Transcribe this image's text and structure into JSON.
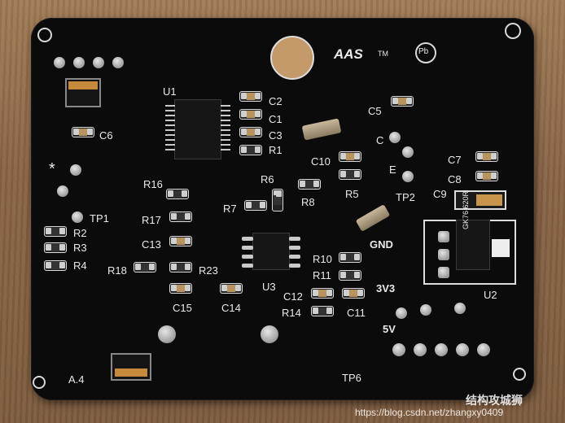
{
  "board": {
    "logo": "AAS",
    "logo_tm": "TM",
    "pb_mark": "Pb",
    "labels": {
      "u1": "U1",
      "u2": "U2",
      "u3": "U3",
      "c1": "C1",
      "c2": "C2",
      "c3": "C3",
      "c5": "C5",
      "c6": "C6",
      "c7": "C7",
      "c8": "C8",
      "c9": "C9",
      "c10": "C10",
      "c11": "C11",
      "c12": "C12",
      "c13": "C13",
      "c14": "C14",
      "c15": "C15",
      "r1": "R1",
      "r2": "R2",
      "r3": "R3",
      "r4": "R4",
      "r5": "R5",
      "r6": "R6",
      "r7": "R7",
      "r8": "R8",
      "r10": "R10",
      "r11": "R11",
      "r14": "R14",
      "r16": "R16",
      "r17": "R17",
      "r18": "R18",
      "r23": "R23",
      "tp1": "TP1",
      "tp2": "TP2",
      "tp6": "TP6",
      "gnd": "GND",
      "v33": "3V3",
      "v5": "5V",
      "c_pin": "C",
      "e_pin": "E",
      "a4": "A.4",
      "star": "*"
    },
    "u2_marking": "GK76 620R"
  },
  "watermark": {
    "url": "https://blog.csdn.net/zhangxy0409",
    "brand": "结构攻城狮"
  }
}
